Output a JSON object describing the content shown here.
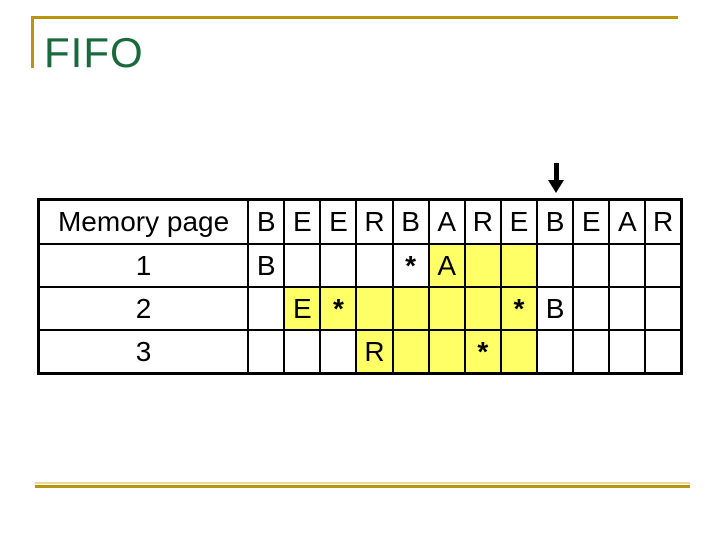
{
  "slide": {
    "title": "FIFO",
    "colors": {
      "title_green": "#186A3C",
      "accent_gold": "#B8960C",
      "accent_gold_light": "#E9DD9B",
      "highlight_yellow": "#FFFF66",
      "letter_purple": "#C87CC8",
      "star_red": "#CC0000",
      "table_border": "#000000"
    }
  },
  "arrow": {
    "icon": "down-arrow-icon",
    "points_to_column_index": 8
  },
  "table": {
    "corner_label": "Memory page",
    "reference_string": [
      "B",
      "E",
      "E",
      "R",
      "B",
      "A",
      "R",
      "E",
      "B",
      "E",
      "A",
      "R"
    ],
    "rows": [
      {
        "label": "1",
        "cells": [
          {
            "text": "B",
            "color": "purple",
            "highlight": false
          },
          {
            "text": "",
            "highlight": false
          },
          {
            "text": "",
            "highlight": false
          },
          {
            "text": "",
            "highlight": false
          },
          {
            "text": "*",
            "color": "red",
            "highlight": false
          },
          {
            "text": "A",
            "color": "purple",
            "highlight": true
          },
          {
            "text": "",
            "highlight": true
          },
          {
            "text": "",
            "highlight": true
          },
          {
            "text": "",
            "highlight": false
          },
          {
            "text": "",
            "highlight": false
          },
          {
            "text": "",
            "highlight": false
          },
          {
            "text": "",
            "highlight": false
          }
        ]
      },
      {
        "label": "2",
        "cells": [
          {
            "text": "",
            "highlight": false
          },
          {
            "text": "E",
            "color": "purple",
            "highlight": true
          },
          {
            "text": "*",
            "color": "red",
            "highlight": true
          },
          {
            "text": "",
            "highlight": true
          },
          {
            "text": "",
            "highlight": true
          },
          {
            "text": "",
            "highlight": true
          },
          {
            "text": "",
            "highlight": true
          },
          {
            "text": "*",
            "color": "red",
            "highlight": true
          },
          {
            "text": "B",
            "color": "purple",
            "highlight": false
          },
          {
            "text": "",
            "highlight": false
          },
          {
            "text": "",
            "highlight": false
          },
          {
            "text": "",
            "highlight": false
          }
        ]
      },
      {
        "label": "3",
        "cells": [
          {
            "text": "",
            "highlight": false
          },
          {
            "text": "",
            "highlight": false
          },
          {
            "text": "",
            "highlight": false
          },
          {
            "text": "R",
            "color": "purple",
            "highlight": true
          },
          {
            "text": "",
            "highlight": true
          },
          {
            "text": "",
            "highlight": true
          },
          {
            "text": "*",
            "color": "red",
            "highlight": true
          },
          {
            "text": "",
            "highlight": true
          },
          {
            "text": "",
            "highlight": false
          },
          {
            "text": "",
            "highlight": false
          },
          {
            "text": "",
            "highlight": false
          },
          {
            "text": "",
            "highlight": false
          }
        ]
      }
    ]
  }
}
